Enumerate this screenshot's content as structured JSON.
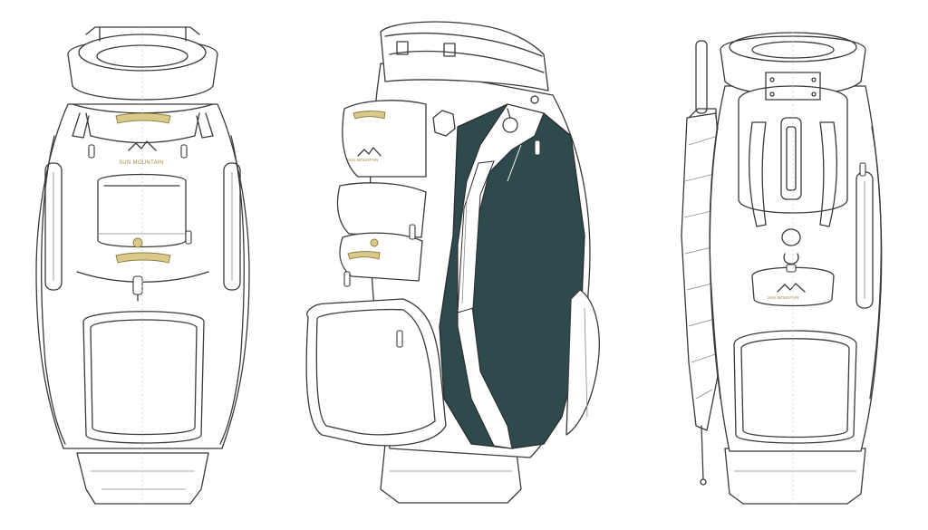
{
  "image": {
    "subject": "golf cart bag line drawings",
    "views": [
      "front",
      "three-quarter side",
      "back"
    ],
    "colors": {
      "line": "#3a3a3a",
      "panel_accent": "#2e4a4c",
      "logo_gold": "#c8b46a",
      "background": "#ffffff"
    }
  },
  "front_view": {
    "brand_text": "SUN MOUNTAIN"
  },
  "side_view": {
    "brand_text": "SUN MOUNTAIN"
  },
  "back_view": {
    "brand_text": "SUN MOUNTAIN"
  }
}
